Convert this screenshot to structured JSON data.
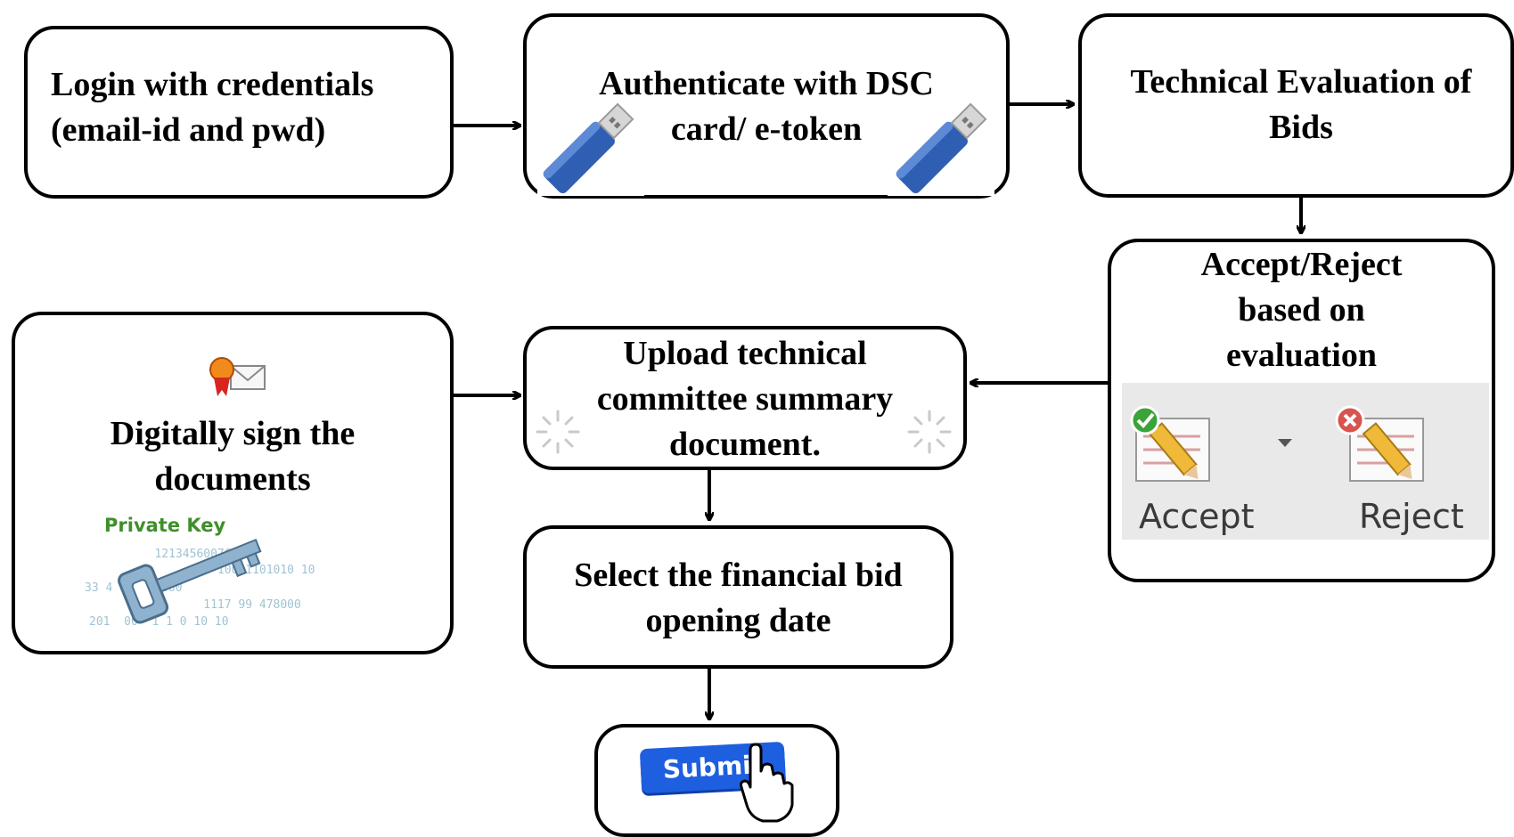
{
  "nodes": {
    "login": "Login with credentials\n(email-id and pwd)",
    "authenticate": "Authenticate with DSC\ncard/ e-token",
    "technical_evaluation": "Technical Evaluation of\nBids",
    "accept_reject": "Accept/Reject\nbased on\nevaluation",
    "upload": "Upload technical\ncommittee summary\ndocument.",
    "digitally_sign": "Digitally sign the\ndocuments",
    "select_date": "Select the financial bid\nopening date"
  },
  "private_key": {
    "label": "Private Key",
    "digits": [
      "   1213456007644",
      "            10011101010 10",
      "33 4   4 79000",
      "          1117 99 478000",
      "201  00  1 1 0 10 10"
    ]
  },
  "accept_reject_buttons": {
    "accept": "Accept",
    "reject": "Reject"
  },
  "submit_label": "Submit",
  "colors": {
    "usb": "#2f5fb3",
    "accept_badge": "#3aa33a",
    "reject_badge": "#d9534f",
    "submit": "#1e5fe0"
  }
}
